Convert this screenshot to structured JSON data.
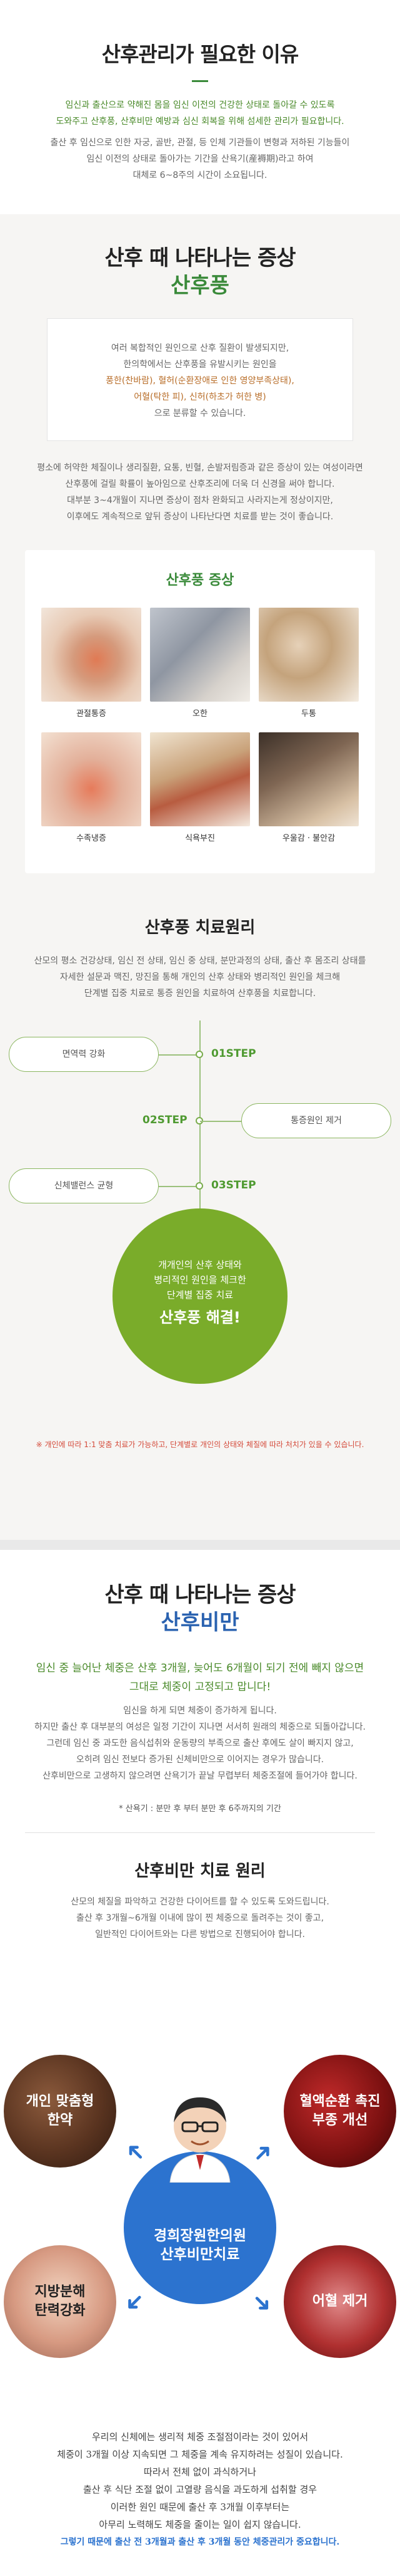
{
  "section1": {
    "title": "산후관리가 필요한 이유",
    "lines_green": [
      "임신과 출산으로 약해진 몸을 임신 이전의 건강한 상태로 돌아갈 수 있도록",
      "도와주고 산후풍, 산후비만 예방과 심신 회복을 위해 섬세한 관리가 필요합니다."
    ],
    "lines_gray": [
      "출산 후 임신으로 인한 자궁, 골반, 관절, 등 인체 기관들이 변형과 저하된 기능들이",
      "임신 이전의 상태로 돌아가는 기간을 산욕기(産褥期)라고 하여",
      "대체로 6~8주의 시간이 소요됩니다."
    ]
  },
  "section2": {
    "title": "산후 때 나타나는 증상",
    "subtitle": "산후풍",
    "card_lines": [
      "여러 복합적인 원인으로 산후 질환이 발생되지만,",
      "한의학에서는 산후풍을 유발시키는 원인을"
    ],
    "card_highlight": [
      "풍한(찬바람), 혈허(순환장애로 인한 영양부족상태),",
      "어혈(탁한 피), 신허(하초가 허한 병)"
    ],
    "card_tail": "으로 분류할 수 있습니다.",
    "para_lines": [
      "평소에 허약한 체질이나 생리질환, 요통, 빈혈, 손발저림증과 같은 증상이 있는 여성이라면",
      "산후풍에 걸릴 확률이 높아임으로 산후조리에 더욱 더 신경을 써야 합니다.",
      "대부분 3~4개월이 지나면 증상이 점차 완화되고 사라지는게 정상이지만,",
      "이후에도 계속적으로 앞뒤 증상이 나타난다면 치료를 받는 것이 좋습니다."
    ],
    "symptom_title": "산후풍 증상",
    "symptoms": [
      "관절통증",
      "오한",
      "두통",
      "수족냉증",
      "식욕부진",
      "우울감 · 불안감"
    ],
    "principle_title": "산후풍 치료원리",
    "principle_lines": [
      "산모의 평소 건강상태, 임신 전 상태, 임신 중 상태, 분만과정의 상태, 출산 후 몸조리 상태를",
      "자세한 설문과 맥진, 망진을 통해 개인의 산후 상태와 병리적인 원인을 체크해",
      "단계별 집중 치료로 통증 원인을 치료하여 산후풍을 치료합니다."
    ],
    "steps": [
      {
        "label": "면역력 강화",
        "step": "01STEP"
      },
      {
        "label": "통증원인 제거",
        "step": "02STEP"
      },
      {
        "label": "신체밸런스 균형",
        "step": "03STEP"
      }
    ],
    "circle_lines": [
      "개개인의 산후 상태와",
      "병리적인 원인을 체크한",
      "단계별 집중 치료"
    ],
    "circle_big": "산후풍 해결!",
    "note": "※ 개인에 따라 1:1 맞춤 치료가 가능하고, 단계별로 개인의 상태와 체질에 따라 처치가 있을 수 있습니다."
  },
  "section3": {
    "title": "산후 때 나타나는 증상",
    "subtitle": "산후비만",
    "green_lines": [
      "임신 중 늘어난 체중은 산후 3개월, 늦어도 6개월이 되기 전에 빼지 않으면",
      "그대로 체중이 고정되고 맙니다!"
    ],
    "gray_lines": [
      "임신을 하게 되면 체중이 증가하게 됩니다.",
      "하지만 출산 후 대부분의 여성은 일정 기간이 지나면 서서히 원래의 체중으로 되돌아갑니다.",
      "그런데 임신 중 과도한 음식섭취와 운동량의 부족으로 출산 후에도 살이 빠지지 않고,",
      "오히려 임신 전보다 증가된 신체비만으로 이어지는 경우가 많습니다.",
      "산후비만으로 고생하지 않으려면 산욕기가 끝날 무렵부터 체중조절에 들어가야 합니다."
    ],
    "note": "* 산욕기 : 분만 후 부터 분만 후 6주까지의 기간",
    "principle_title": "산후비만 치료 원리",
    "principle_lines": [
      "산모의 체질을 파악하고 건강한 다이어트를 할 수 있도록 도와드립니다.",
      "출산 후 3개월~6개월 이내에 많이 찐 체중으로 돌려주는 것이 좋고,",
      "일반적인 다이어트와는 다른 방법으로 진행되어야 합니다."
    ]
  },
  "section4": {
    "balls": [
      "개인 맞춤형\n한약",
      "혈액순환 촉진\n부종 개선",
      "지방분해\n탄력강화",
      "어혈 제거"
    ],
    "center": [
      "경희장원한의원",
      "산후비만치료"
    ],
    "bottom_lines": [
      "우리의 신체에는 생리적 체중 조절점이라는 것이 있어서",
      "체중이 3개월 이상 지속되면 그 체중을 계속 유지하려는 성질이 있습니다.",
      "따라서 전체 없이 과식하거나",
      "출산 후 식단 조절 없이 고열량 음식을 과도하게 섭취할 경우",
      "이러한 원인 때문에 출산 후 3개월 이후부터는",
      "아무리 노력해도 체중을 줄이는 일이 쉽지 않습니다."
    ],
    "bottom_blue": "그렇기 때문에 출산 전 3개월과 출산 후 3개월 동안 체중관리가 중요합니다."
  },
  "colors": {
    "green": "#3a8a3a",
    "blue": "#2c73cf",
    "circle_green": "#7aac2a"
  }
}
